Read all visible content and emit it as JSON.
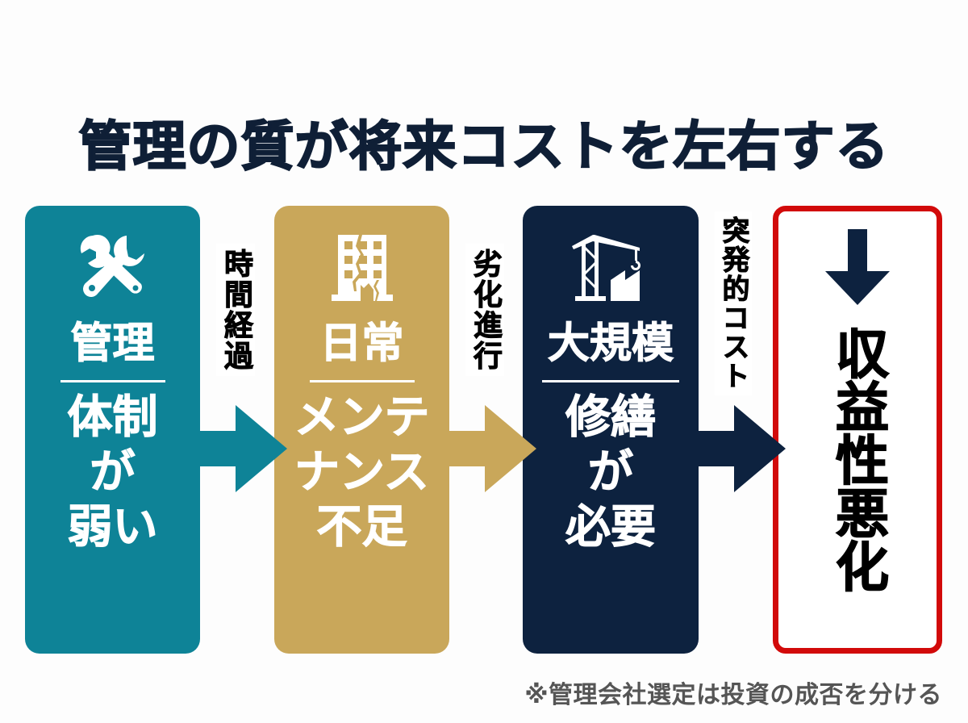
{
  "title": "管理の質が将来コストを左右する",
  "colors": {
    "teal": "#0e8397",
    "gold": "#c9a75a",
    "navy": "#0d223f",
    "red_border": "#d20a0a",
    "title_text": "#0f1f36",
    "footnote_text": "#555555"
  },
  "steps": [
    {
      "icon": "wrench-screwdriver-icon",
      "head": "管理",
      "body": "体制\nが\n弱い",
      "color": "#0e8397"
    },
    {
      "icon": "cracked-building-icon",
      "head": "日常",
      "body": "メンテ\nナンス\n不足",
      "color": "#c9a75a"
    },
    {
      "icon": "construction-crane-icon",
      "head": "大規模",
      "body": "修繕\nが\n必要",
      "color": "#0d223f"
    }
  ],
  "connectors": [
    {
      "label": "時間経過",
      "color": "#0e8397"
    },
    {
      "label": "劣化進行",
      "color": "#c9a75a"
    },
    {
      "label": "突発的コスト",
      "color": "#0d223f"
    }
  ],
  "result": {
    "icon": "down-arrow-icon",
    "text": "収益性悪化",
    "border_color": "#d20a0a"
  },
  "footnote": "※管理会社選定は投資の成否を分ける"
}
